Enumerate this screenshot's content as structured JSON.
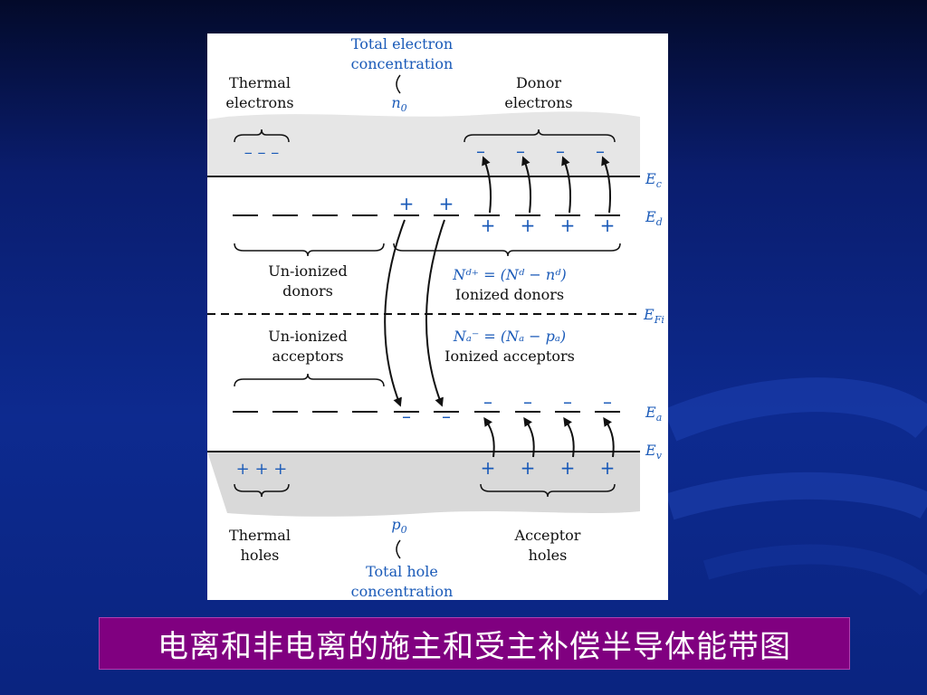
{
  "slide": {
    "caption": "电离和非电离的施主和受主补偿半导体能带图"
  },
  "labels": {
    "total_electron_line1": "Total electron",
    "total_electron_line2": "concentration",
    "n0": "n",
    "n0_sub": "0",
    "thermal_electrons_line1": "Thermal",
    "thermal_electrons_line2": "electrons",
    "donor_electrons_line1": "Donor",
    "donor_electrons_line2": "electrons",
    "ec": "E",
    "ec_sub": "c",
    "ed": "E",
    "ed_sub": "d",
    "efi": "E",
    "efi_sub": "Fi",
    "ea": "E",
    "ea_sub": "a",
    "ev": "E",
    "ev_sub": "v",
    "unionized_donors_line1": "Un-ionized",
    "unionized_donors_line2": "donors",
    "ionized_donors_formula": "Nᵈ⁺ = (Nᵈ − nᵈ)",
    "ionized_donors": "Ionized donors",
    "unionized_acceptors_line1": "Un-ionized",
    "unionized_acceptors_line2": "acceptors",
    "ionized_acceptors_formula": "Nₐ⁻ = (Nₐ − pₐ)",
    "ionized_acceptors": "Ionized acceptors",
    "thermal_holes_line1": "Thermal",
    "thermal_holes_line2": "holes",
    "acceptor_holes_line1": "Acceptor",
    "acceptor_holes_line2": "holes",
    "p0": "p",
    "p0_sub": "0",
    "total_hole_line1": "Total hole",
    "total_hole_line2": "concentration",
    "thermal_electron_charges": "– – –",
    "thermal_hole_charges": "+ + +",
    "plus": "+",
    "minus": "–"
  },
  "colors": {
    "blue_text": "#1a5ab8",
    "black_text": "#111111",
    "band_fill": "#d9d9d9",
    "band_fill_light": "#e6e6e6",
    "caption_bg": "#800080"
  }
}
